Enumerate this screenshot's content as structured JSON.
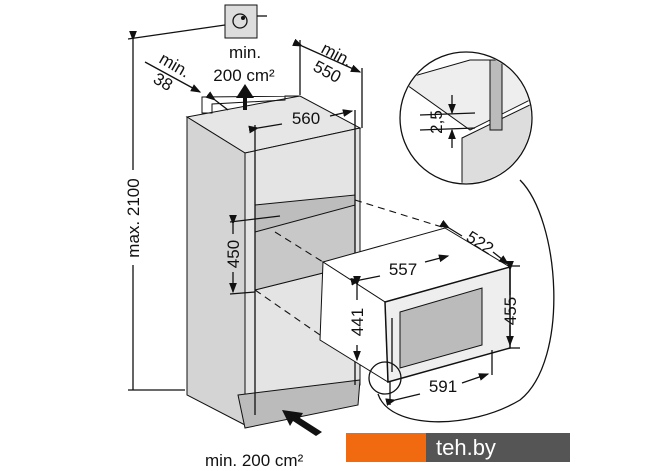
{
  "diagram": {
    "labels": {
      "max_height": "max. 2100",
      "top_gap_min": "min.",
      "top_gap_value": "38",
      "top_vent_min": "min.",
      "top_vent_area": "200 cm²",
      "depth_min": "min.",
      "depth_value": "550",
      "niche_width": "560",
      "niche_height": "450",
      "appliance_width": "557",
      "appliance_depth": "522",
      "appliance_body_height": "441",
      "appliance_front_height": "455",
      "appliance_front_width": "591",
      "door_gap": "2,5",
      "bottom_vent_area": "min. 200 cm²"
    }
  },
  "watermark": {
    "text": "teh.by",
    "orange": "#f26a10",
    "gray": "#555555"
  }
}
